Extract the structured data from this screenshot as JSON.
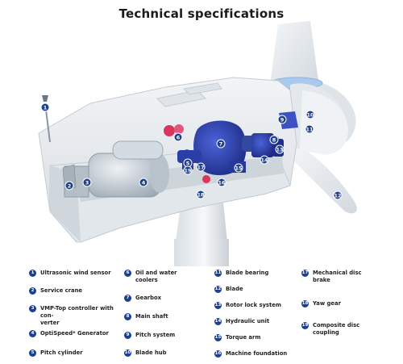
{
  "title": "Technical specifications",
  "components": [
    {
      "num": "1",
      "label": "Ultrasonic wind sensor"
    },
    {
      "num": "2",
      "label": "Service crane"
    },
    {
      "num": "3",
      "label": "VMP-Top controller with con-\nverter"
    },
    {
      "num": "4",
      "label": "OptiSpeed* Generator"
    },
    {
      "num": "5",
      "label": "Pitch cylinder"
    },
    {
      "num": "6",
      "label": "Oil and water\ncoolers"
    },
    {
      "num": "7",
      "label": "Gearbox"
    },
    {
      "num": "8",
      "label": "Main shaft"
    },
    {
      "num": "9",
      "label": "Pitch system"
    },
    {
      "num": "10",
      "label": "Blade hub"
    },
    {
      "num": "11",
      "label": "Blade bearing"
    },
    {
      "num": "12",
      "label": "Blade"
    },
    {
      "num": "13",
      "label": "Rotor lock system"
    },
    {
      "num": "14",
      "label": "Hydraulic unit"
    },
    {
      "num": "15",
      "label": "Torque arm"
    },
    {
      "num": "16",
      "label": "Machine foundation"
    },
    {
      "num": "17",
      "label": "Mechanical disc\nbrake"
    },
    {
      "num": "18",
      "label": "Yaw gear"
    },
    {
      "num": "19",
      "label": "Composite disc\ncoupling"
    }
  ],
  "colors": {
    "marker": "#1d3f8f",
    "gearbox": "#2b3fae",
    "generator": "#c6ced6",
    "cooler": "#d9355d",
    "housing": "#eef1f3"
  }
}
